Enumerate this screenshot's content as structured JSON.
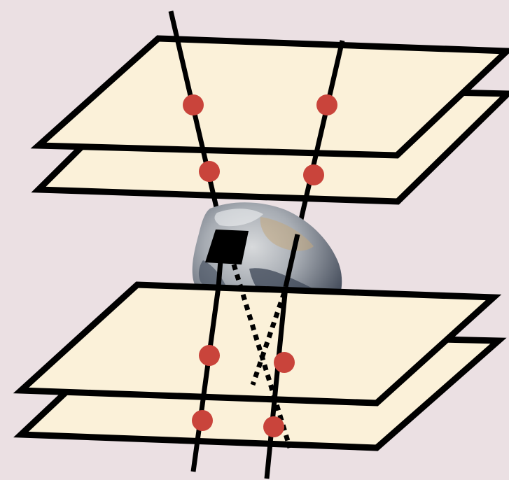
{
  "colors": {
    "background": "#ebe0e3",
    "plane_fill": "#fbf1d9",
    "outline": "#000000",
    "hit_dot": "#c9443b",
    "rock_light": "#b8bcc0",
    "rock_dark": "#4a5464",
    "rock_tan": "#c2a77e",
    "detector_block": "#000000"
  },
  "planes": [
    {
      "id": "upper-top"
    },
    {
      "id": "upper-bottom"
    },
    {
      "id": "lower-top"
    },
    {
      "id": "lower-bottom"
    }
  ],
  "tracks": [
    {
      "id": "left-track",
      "style": "solid"
    },
    {
      "id": "right-track",
      "style": "solid"
    },
    {
      "id": "scatter-track-1",
      "style": "dotted"
    },
    {
      "id": "scatter-track-2",
      "style": "dotted"
    }
  ],
  "hits": [
    {
      "id": "hit-1"
    },
    {
      "id": "hit-2"
    },
    {
      "id": "hit-3"
    },
    {
      "id": "hit-4"
    },
    {
      "id": "hit-5"
    },
    {
      "id": "hit-6"
    },
    {
      "id": "hit-7"
    },
    {
      "id": "hit-8"
    }
  ],
  "objects": {
    "rock": {
      "icon": "rock-icon"
    },
    "block": {
      "icon": "black-square"
    }
  }
}
